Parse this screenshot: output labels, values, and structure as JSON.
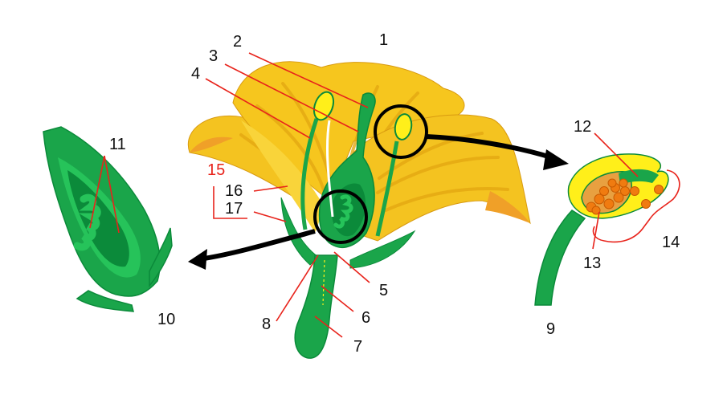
{
  "colors": {
    "petal": "#f4c320",
    "petal_edge": "#d89a10",
    "petal_shadow": "#f0a028",
    "green_dark": "#0b8a3a",
    "green_mid": "#1aa54a",
    "green_light": "#26c35a",
    "anther_yellow": "#ffef1a",
    "pollen": "#f07b10",
    "leader_red": "#e8231b",
    "arrow": "#000000"
  },
  "labels": {
    "n1": "1",
    "n2": "2",
    "n3": "3",
    "n4": "4",
    "n5": "5",
    "n6": "6",
    "n7": "7",
    "n8": "8",
    "n9": "9",
    "n10": "10",
    "n11": "11",
    "n12": "12",
    "n13": "13",
    "n14": "14",
    "n15": "15",
    "n16": "16",
    "n17": "17"
  }
}
